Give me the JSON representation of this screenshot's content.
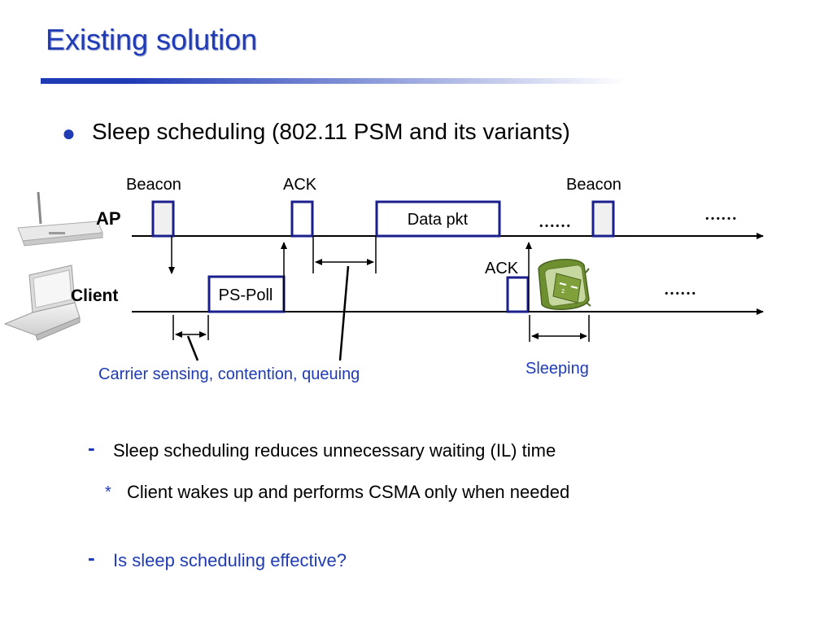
{
  "slide": {
    "title": "Existing solution",
    "bullet": "Sleep scheduling (802.11 PSM and its variants)"
  },
  "diagram": {
    "ap_label": "AP",
    "client_label": "Client",
    "beacon_1": "Beacon",
    "ack_1": "ACK",
    "beacon_2": "Beacon",
    "data_pkt": "Data pkt",
    "ps_poll": "PS-Poll",
    "ack_2": "ACK",
    "dots_ap_1": "……",
    "dots_ap_2": "……",
    "dots_client": "……",
    "carrier_note": "Carrier sensing, contention, queuing",
    "sleeping_note": "Sleeping",
    "colors": {
      "accent": "#1f3bb5",
      "box": "#1a1f8c"
    },
    "icons": [
      "router-icon",
      "laptop-icon",
      "sleeping-android-icon"
    ]
  },
  "points": {
    "point_1": "Sleep scheduling reduces unnecessary waiting (IL) time",
    "point_1_sub": "Client wakes up and performs CSMA only when needed",
    "point_2": "Is sleep scheduling effective?"
  }
}
